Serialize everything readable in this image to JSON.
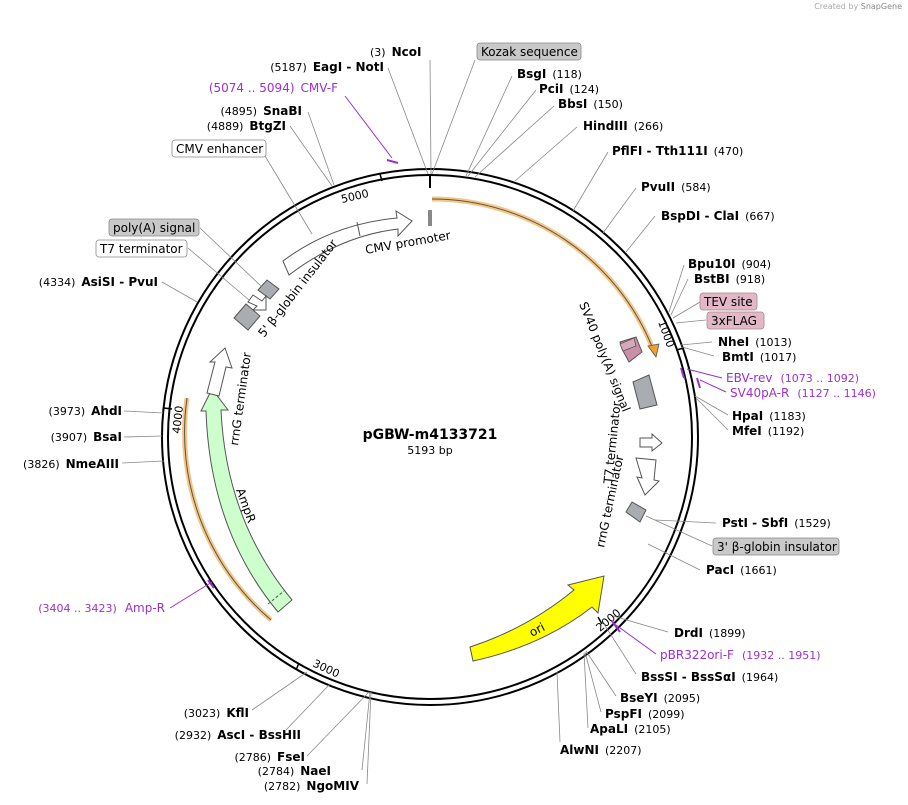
{
  "credit": {
    "prefix": "Created by",
    "brand": "SnapGene"
  },
  "plasmid": {
    "name": "pGBW-m4133721",
    "length_label": "5193 bp",
    "length": 5193
  },
  "ticks": [
    {
      "pos": 1000,
      "label": "1000"
    },
    {
      "pos": 2000,
      "label": "2000"
    },
    {
      "pos": 3000,
      "label": "3000"
    },
    {
      "pos": 4000,
      "label": "4000"
    },
    {
      "pos": 5000,
      "label": "5000"
    }
  ],
  "sites": [
    {
      "name": "NcoI",
      "pos_label": "(3)",
      "pos": 3
    },
    {
      "name": "BsgI",
      "pos_label": "(118)",
      "pos": 118
    },
    {
      "name": "PciI",
      "pos_label": "(124)",
      "pos": 124
    },
    {
      "name": "BbsI",
      "pos_label": "(150)",
      "pos": 150
    },
    {
      "name": "HindIII",
      "pos_label": "(266)",
      "pos": 266
    },
    {
      "name": "PflFI - Tth111I",
      "pos_label": "(470)",
      "pos": 470
    },
    {
      "name": "PvuII",
      "pos_label": "(584)",
      "pos": 584
    },
    {
      "name": "BspDI - ClaI",
      "pos_label": "(667)",
      "pos": 667
    },
    {
      "name": "Bpu10I",
      "pos_label": "(904)",
      "pos": 904
    },
    {
      "name": "BstBI",
      "pos_label": "(918)",
      "pos": 918
    },
    {
      "name": "NheI",
      "pos_label": "(1013)",
      "pos": 1013
    },
    {
      "name": "BmtI",
      "pos_label": "(1017)",
      "pos": 1017
    },
    {
      "name": "HpaI",
      "pos_label": "(1183)",
      "pos": 1183
    },
    {
      "name": "MfeI",
      "pos_label": "(1192)",
      "pos": 1192
    },
    {
      "name": "PstI - SbfI",
      "pos_label": "(1529)",
      "pos": 1529
    },
    {
      "name": "PacI",
      "pos_label": "(1661)",
      "pos": 1661
    },
    {
      "name": "DrdI",
      "pos_label": "(1899)",
      "pos": 1899
    },
    {
      "name": "BssSI - BssSαI",
      "pos_label": "(1964)",
      "pos": 1964
    },
    {
      "name": "BseYI",
      "pos_label": "(2095)",
      "pos": 2095
    },
    {
      "name": "PspFI",
      "pos_label": "(2099)",
      "pos": 2099
    },
    {
      "name": "ApaLI",
      "pos_label": "(2105)",
      "pos": 2105
    },
    {
      "name": "AlwNI",
      "pos_label": "(2207)",
      "pos": 2207
    },
    {
      "name": "NgoMIV",
      "pos_label": "(2782)",
      "pos": 2782
    },
    {
      "name": "NaeI",
      "pos_label": "(2784)",
      "pos": 2784
    },
    {
      "name": "FseI",
      "pos_label": "(2786)",
      "pos": 2786
    },
    {
      "name": "AscI - BssHII",
      "pos_label": "(2932)",
      "pos": 2932
    },
    {
      "name": "KflI",
      "pos_label": "(3023)",
      "pos": 3023
    },
    {
      "name": "NmeAIII",
      "pos_label": "(3826)",
      "pos": 3826
    },
    {
      "name": "BsaI",
      "pos_label": "(3907)",
      "pos": 3907
    },
    {
      "name": "AhdI",
      "pos_label": "(3973)",
      "pos": 3973
    },
    {
      "name": "AsiSI - PvuI",
      "pos_label": "(4334)",
      "pos": 4334
    },
    {
      "name": "BtgZI",
      "pos_label": "(4889)",
      "pos": 4889
    },
    {
      "name": "SnaBI",
      "pos_label": "(4895)",
      "pos": 4895
    },
    {
      "name": "EagI - NotI",
      "pos_label": "(5187)",
      "pos": 5187
    }
  ],
  "primers": [
    {
      "name": "CMV-F",
      "range": "(5074 .. 5094)",
      "pos": 5084
    },
    {
      "name": "EBV-rev",
      "range": "(1073 .. 1092)",
      "pos": 1082
    },
    {
      "name": "SV40pA-R",
      "range": "(1127 .. 1146)",
      "pos": 1136
    },
    {
      "name": "pBR322ori-F",
      "range": "(1932 .. 1951)",
      "pos": 1941
    },
    {
      "name": "Amp-R",
      "range": "(3404 .. 3423)",
      "pos": 3413
    }
  ],
  "box_labels": [
    {
      "text": "Kozak sequence",
      "style": "gray"
    },
    {
      "text": "CMV enhancer",
      "style": "white"
    },
    {
      "text": "poly(A) signal",
      "style": "gray"
    },
    {
      "text": "T7 terminator",
      "style": "white"
    },
    {
      "text": "TEV site",
      "style": "pink"
    },
    {
      "text": "3xFLAG",
      "style": "pink"
    },
    {
      "text": "3' β-globin insulator",
      "style": "gray"
    }
  ],
  "features": [
    {
      "name": "CMV promoter",
      "color": "#ffffff"
    },
    {
      "name": "5' β-globin insulator",
      "color": "#ffffff"
    },
    {
      "name": "SV40 poly(A) signal",
      "color": "#a9acb0"
    },
    {
      "name": "T7 terminator",
      "color": "#ffffff"
    },
    {
      "name": "rrnG terminator",
      "color": "#ffffff"
    },
    {
      "name": "ori",
      "color": "#ffff00"
    },
    {
      "name": "AmpR",
      "color": "#ccffcc"
    },
    {
      "name": "rrnG terminator",
      "color": "#ffffff"
    }
  ],
  "colors": {
    "primer": "#9b30d0",
    "orf_highlight": "#f0a030",
    "tag": "#cc8fa8",
    "gray_box": "#c9c9c9",
    "pink_box": "#e2b8c8"
  }
}
